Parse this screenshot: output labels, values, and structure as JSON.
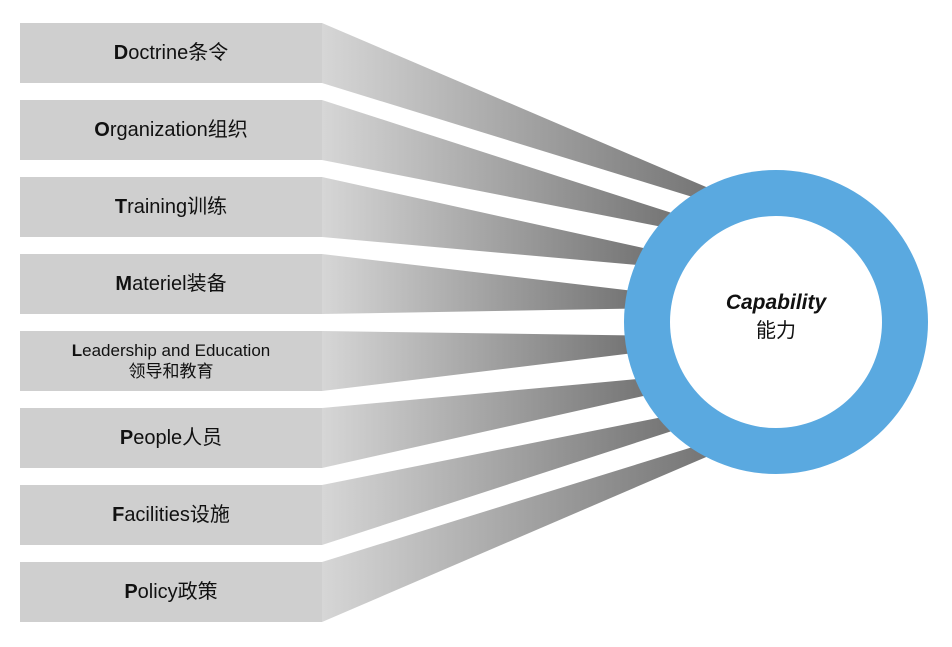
{
  "items": [
    {
      "label": "Doctrine条令"
    },
    {
      "label": "Organization组织"
    },
    {
      "label": "Training训练"
    },
    {
      "label": "Materiel装备"
    },
    {
      "label": "Leadership and Education",
      "sublabel": "领导和教育"
    },
    {
      "label": "People人员"
    },
    {
      "label": "Facilities设施"
    },
    {
      "label": "Policy政策"
    }
  ],
  "center": {
    "title": "Capability",
    "subtitle": "能力"
  },
  "colors": {
    "box": "#cfcfcf",
    "wedge_start": "#d6d6d6",
    "wedge_end": "#727272",
    "ring": "#5aa9e0",
    "ring_inner": "#ffffff",
    "text": "#111111"
  }
}
